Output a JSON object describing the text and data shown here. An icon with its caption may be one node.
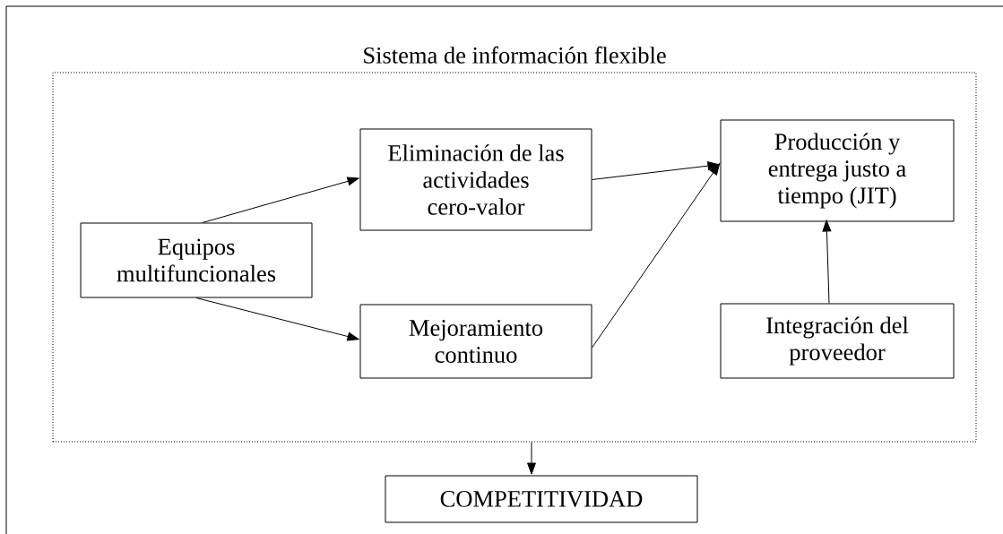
{
  "diagram": {
    "nodes": [
      {
        "text": [
          "Sistema de información flexible"
        ]
      },
      {
        "text": [
          "Eliminación de las actividades cero-valor"
        ],
        "in": 0
      },
      {
        "text": [
          "Producción y entrega justo a tiempo (JIT)"
        ],
        "in": 0
      },
      {
        "text": [
          "Equipos multifuncionales"
        ],
        "in": 0
      },
      {
        "text": [
          "Mejoramiento continuo"
        ],
        "in": 0
      },
      {
        "text": [
          "Integración del proveedor"
        ],
        "in": 0
      },
      {
        "text": [
          "COMPETITIVIDAD"
        ]
      }
    ],
    "edges": [
      {
        "from": 3,
        "to": 1,
        "arrow": "to"
      },
      {
        "from": 1,
        "to": 2,
        "arrow": "to"
      },
      {
        "from": 3,
        "to": 4,
        "arrow": "to"
      },
      {
        "from": 4,
        "to": 2,
        "arrow": "to"
      },
      {
        "from": 5,
        "to": 2,
        "arrow": "to"
      },
      {
        "from": 0,
        "to": 6,
        "arrow": "to"
      }
    ]
  }
}
